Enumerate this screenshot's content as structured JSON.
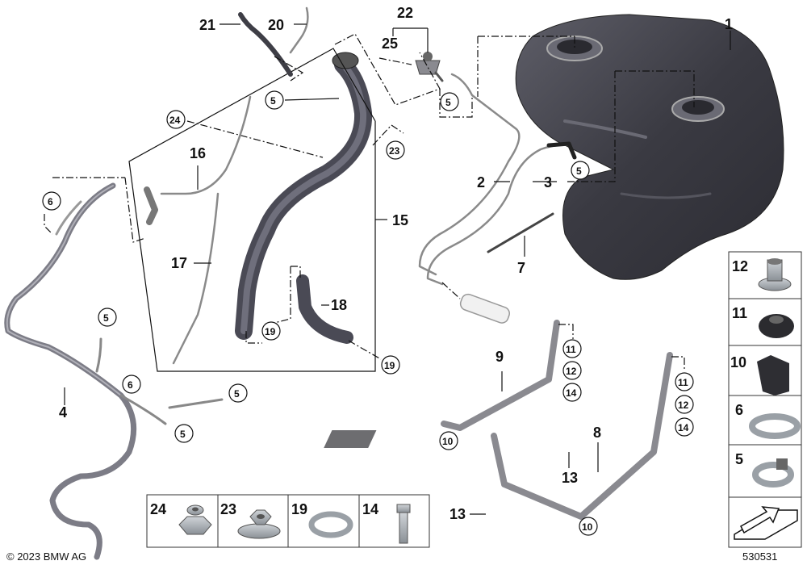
{
  "callouts": {
    "c1": "1",
    "c2": "2",
    "c3": "3",
    "c4": "4",
    "c5a": "5",
    "c5b": "5",
    "c5c": "5",
    "c5d": "5",
    "c5e": "5",
    "c5f": "5",
    "c6a": "6",
    "c6b": "6",
    "c7": "7",
    "c8": "8",
    "c9": "9",
    "c10a": "10",
    "c10b": "10",
    "c11a": "11",
    "c11b": "11",
    "c12a": "12",
    "c12b": "12",
    "c13a": "13",
    "c13b": "13",
    "c14a": "14",
    "c14b": "14",
    "c15": "15",
    "c16": "16",
    "c17": "17",
    "c18": "18",
    "c19a": "19",
    "c19b": "19",
    "c20": "20",
    "c21": "21",
    "c22": "22",
    "c23": "23",
    "c24": "24",
    "c25": "25"
  },
  "inset_right": [
    "12",
    "11",
    "10",
    "6",
    "5"
  ],
  "inset_bottom": [
    "24",
    "23",
    "19",
    "14"
  ],
  "footer": {
    "copyright": "© 2023 BMW AG",
    "diagram_number": "530531"
  },
  "colors": {
    "tank": "#3d3d45",
    "hose": "#5a5a66",
    "line": "#8a8a8a",
    "metal": "#9aa0a6"
  },
  "icons": {
    "inset_bottom_right": "arrow-direction-icon"
  }
}
